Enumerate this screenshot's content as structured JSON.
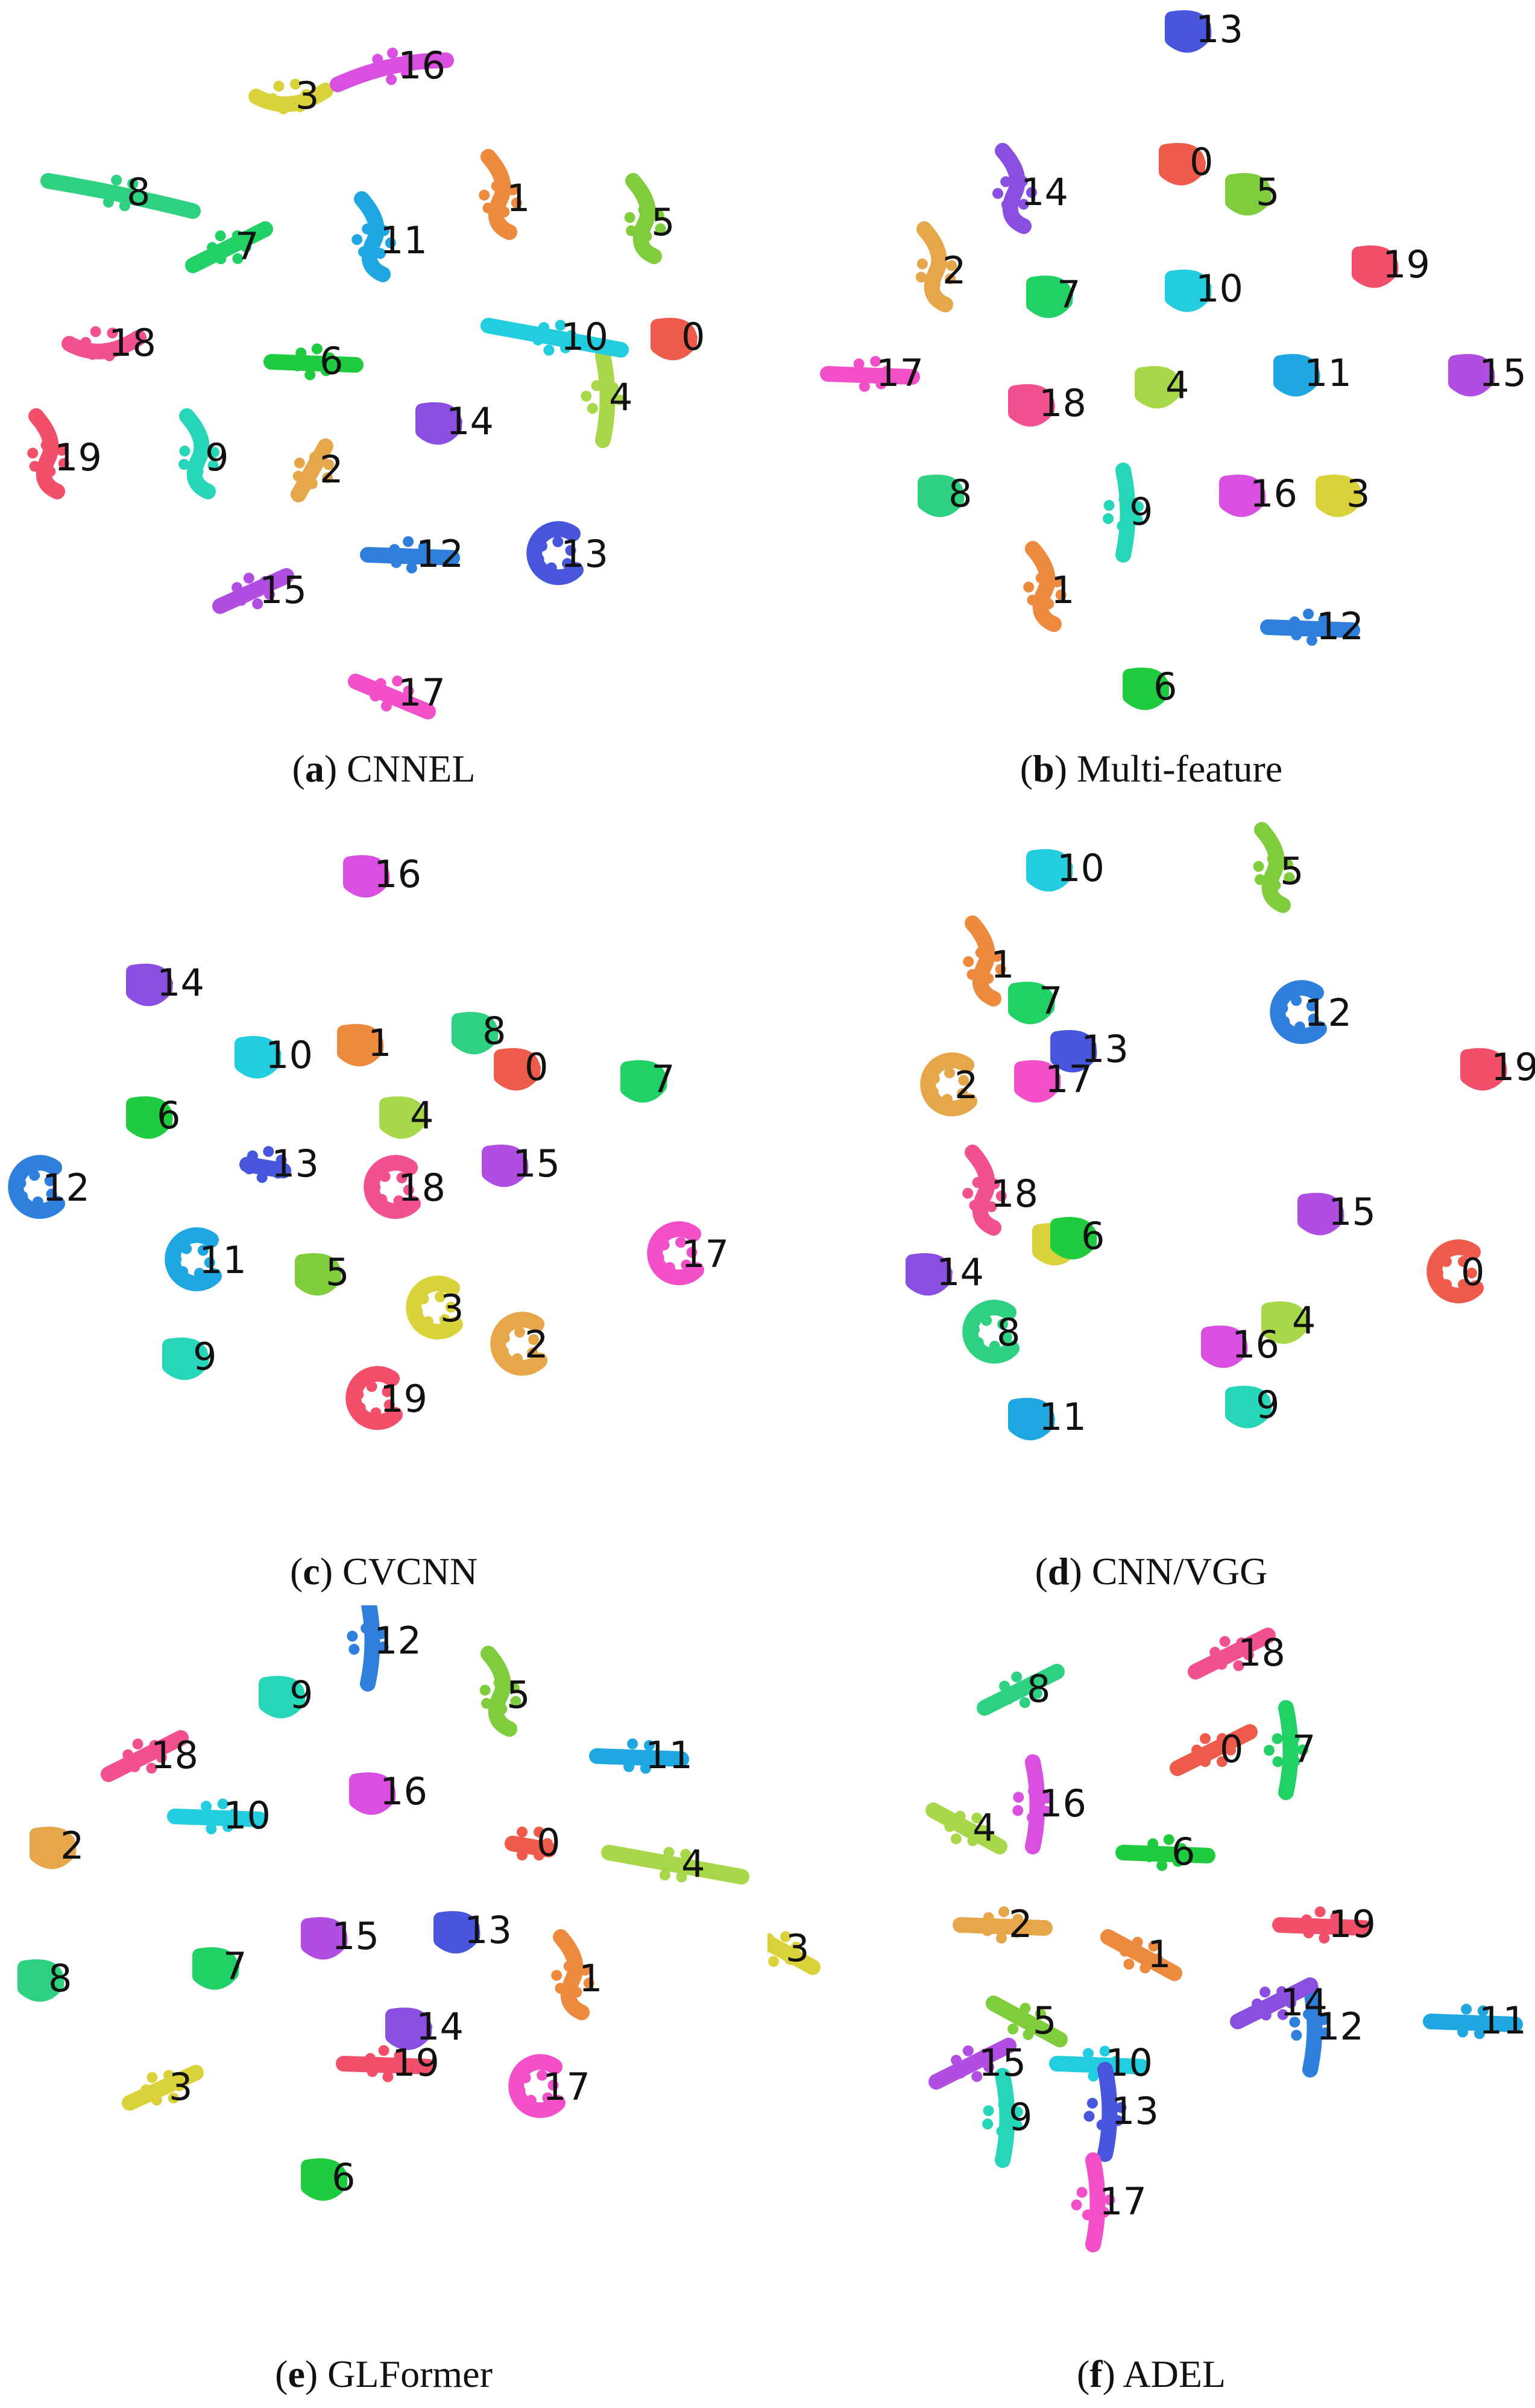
{
  "figure": {
    "panels": [
      {
        "letter": "a",
        "title": "CNNEL"
      },
      {
        "letter": "b",
        "title": "Multi-feature"
      },
      {
        "letter": "c",
        "title": "CVCNN"
      },
      {
        "letter": "d",
        "title": "CNN/VGG"
      },
      {
        "letter": "e",
        "title": "GLFormer"
      },
      {
        "letter": "f",
        "title": "ADEL"
      }
    ]
  },
  "chart_data": [
    {
      "type": "scatter",
      "title": "(a) CNNEL",
      "clusters": [
        {
          "label": "0",
          "color": "#ef5b4b"
        },
        {
          "label": "1",
          "color": "#ee8a3d"
        },
        {
          "label": "2",
          "color": "#e6a74a"
        },
        {
          "label": "3",
          "color": "#d9d23a"
        },
        {
          "label": "4",
          "color": "#a8d84a"
        },
        {
          "label": "5",
          "color": "#7fcc3c"
        },
        {
          "label": "6",
          "color": "#1fcc3f"
        },
        {
          "label": "7",
          "color": "#22d166"
        },
        {
          "label": "8",
          "color": "#2ed182"
        },
        {
          "label": "9",
          "color": "#26d6b8"
        },
        {
          "label": "10",
          "color": "#22cde0"
        },
        {
          "label": "11",
          "color": "#1ea7e0"
        },
        {
          "label": "12",
          "color": "#2f7fdd"
        },
        {
          "label": "13",
          "color": "#4756dc"
        },
        {
          "label": "14",
          "color": "#8a4fe0"
        },
        {
          "label": "15",
          "color": "#b04ee2"
        },
        {
          "label": "16",
          "color": "#d94fe0"
        },
        {
          "label": "17",
          "color": "#f24fc8"
        },
        {
          "label": "18",
          "color": "#f2508f"
        },
        {
          "label": "19",
          "color": "#f24f6a"
        }
      ]
    },
    {
      "type": "scatter",
      "title": "(b) Multi-feature",
      "clusters": "same 20 classes 0-19, same colors"
    },
    {
      "type": "scatter",
      "title": "(c) CVCNN",
      "clusters": "same 20 classes 0-19, same colors"
    },
    {
      "type": "scatter",
      "title": "(d) CNN/VGG",
      "clusters": "same 20 classes 0-19, same colors"
    },
    {
      "type": "scatter",
      "title": "(e) GLFormer",
      "clusters": "same 20 classes 0-19, same colors"
    },
    {
      "type": "scatter",
      "title": "(f) ADEL",
      "clusters": "same 20 classes 0-19, same colors"
    }
  ]
}
